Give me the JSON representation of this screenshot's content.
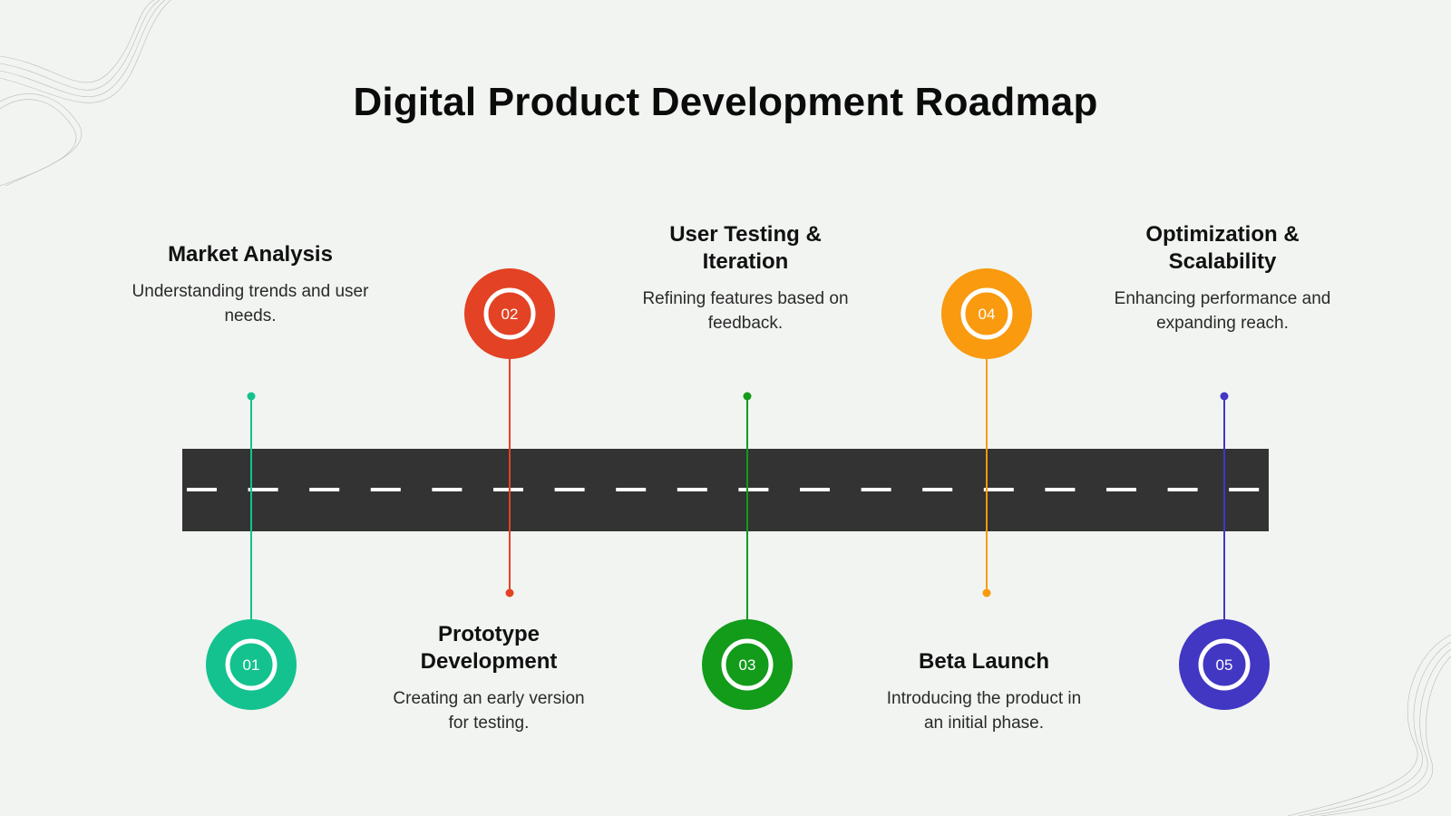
{
  "title": "Digital Product Development Roadmap",
  "colors": {
    "background": "#f1f4f1",
    "road": "#333333",
    "lane_marking": "#ffffff"
  },
  "steps": [
    {
      "number": "01",
      "title": "Market Analysis",
      "description": "Understanding trends and user needs.",
      "color": "#13c28f"
    },
    {
      "number": "02",
      "title": "Prototype Development",
      "description": "Creating an early version for testing.",
      "color": "#e34224"
    },
    {
      "number": "03",
      "title": "User Testing & Iteration",
      "description": "Refining features based on feedback.",
      "color": "#139b1a"
    },
    {
      "number": "04",
      "title": "Beta Launch",
      "description": "Introducing the product in an initial phase.",
      "color": "#f99a0f"
    },
    {
      "number": "05",
      "title": "Optimization & Scalability",
      "description": "Enhancing performance and expanding reach.",
      "color": "#4237c2"
    }
  ]
}
